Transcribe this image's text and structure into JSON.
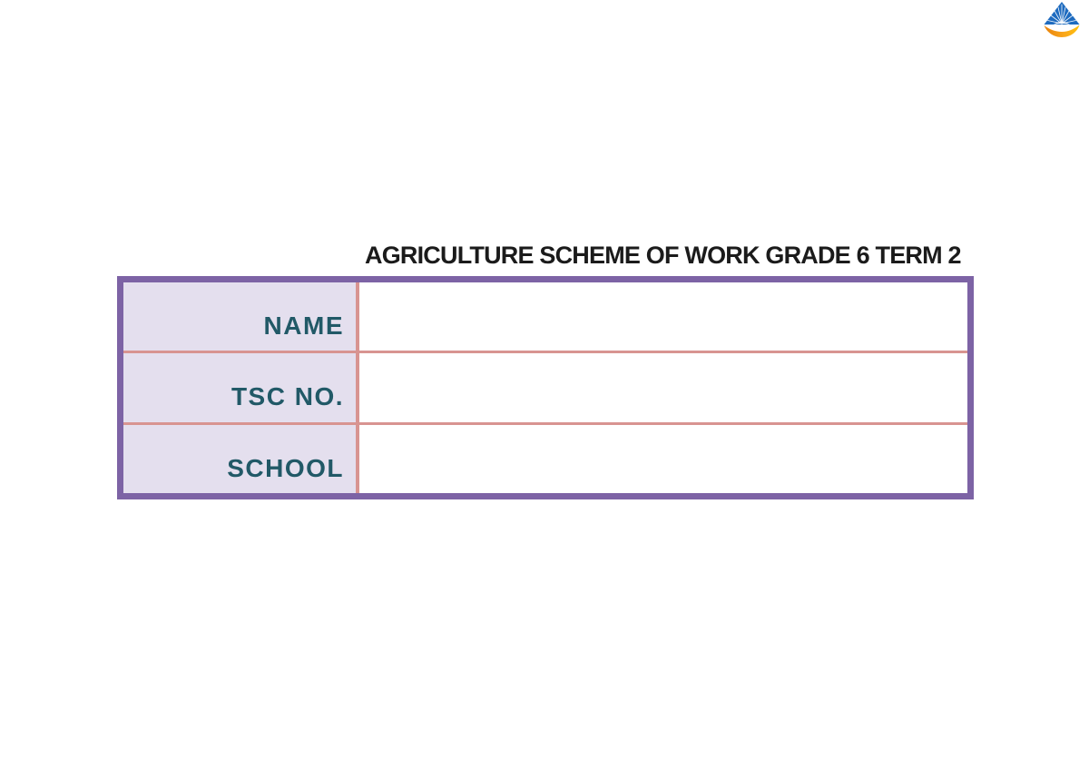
{
  "document": {
    "title": "AGRICULTURE SCHEME OF WORK GRADE 6 TERM 2"
  },
  "logo": {
    "name": "publisher-logo",
    "triangle_color": "#1E6BBF",
    "rays_color": "#FFFFFF",
    "swoosh_color_left": "#E8820C",
    "swoosh_color_right": "#FFC20E"
  },
  "table": {
    "colors": {
      "outer_border": "#7D63A5",
      "inner_divider": "#D89491",
      "label_background": "#E4DFEE",
      "label_text": "#215967"
    },
    "rows": [
      {
        "label": "NAME",
        "value": ""
      },
      {
        "label": "TSC NO.",
        "value": ""
      },
      {
        "label": "SCHOOL",
        "value": ""
      }
    ]
  }
}
